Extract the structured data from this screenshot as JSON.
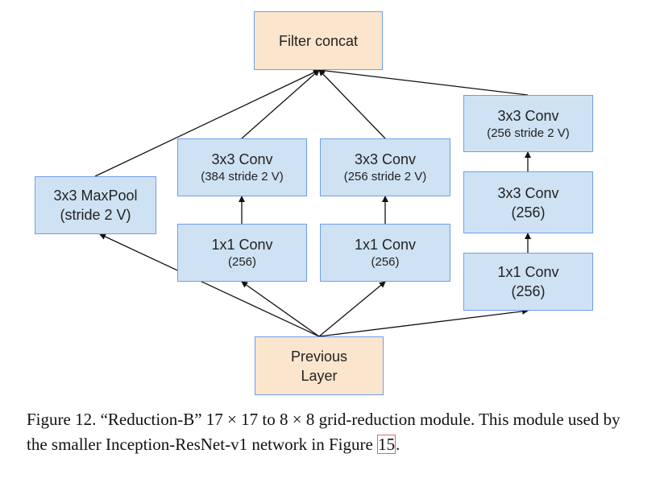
{
  "nodes": {
    "filter_concat": {
      "l1": "Filter concat"
    },
    "maxpool": {
      "l1": "3x3 MaxPool",
      "l2": "(stride 2 V)"
    },
    "a_top": {
      "l1": "3x3 Conv",
      "l2": "(384 stride 2 V)"
    },
    "a_bot": {
      "l1": "1x1 Conv",
      "l2": "(256)"
    },
    "b_top": {
      "l1": "3x3 Conv",
      "l2": "(256 stride 2 V)"
    },
    "b_bot": {
      "l1": "1x1 Conv",
      "l2": "(256)"
    },
    "c_top": {
      "l1": "3x3 Conv",
      "l2": "(256 stride 2 V)"
    },
    "c_mid": {
      "l1": "3x3 Conv",
      "l2": "(256)"
    },
    "c_bot": {
      "l1": "1x1 Conv",
      "l2": "(256)"
    },
    "prev": {
      "l1": "Previous",
      "l2": "Layer"
    }
  },
  "caption": {
    "prefix": "Figure 12. “Reduction-B” ",
    "m1": "17 × 17",
    "mid": " to ",
    "m2": "8 × 8",
    "rest": " grid-reduction module. This module used by the smaller Inception-ResNet-v1 network in Figure ",
    "ref": "15",
    "end": "."
  },
  "colors": {
    "box_blue": "#cfe2f3",
    "box_peach": "#fce5cd",
    "border": "#6d9eeb",
    "ref_box": "#e06666"
  }
}
